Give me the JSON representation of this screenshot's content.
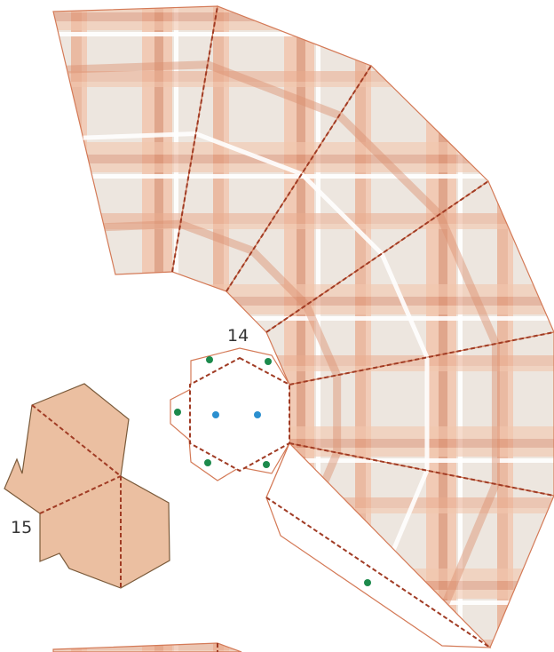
{
  "pieces": [
    {
      "id": "14",
      "label": "14"
    },
    {
      "id": "15",
      "label": "15"
    }
  ],
  "colors": {
    "paper": "#ede6df",
    "band_light": "#f2c6ae",
    "band_mid": "#e9ab8d",
    "band_dark": "#dc9070",
    "outline": "#d47a57",
    "fold_line": "#a03b24",
    "piece15_fill": "#ebbfa1",
    "piece15_outline": "#7a5a3a",
    "dot_green": "#1c8a4c",
    "dot_blue": "#2b8fcf"
  }
}
